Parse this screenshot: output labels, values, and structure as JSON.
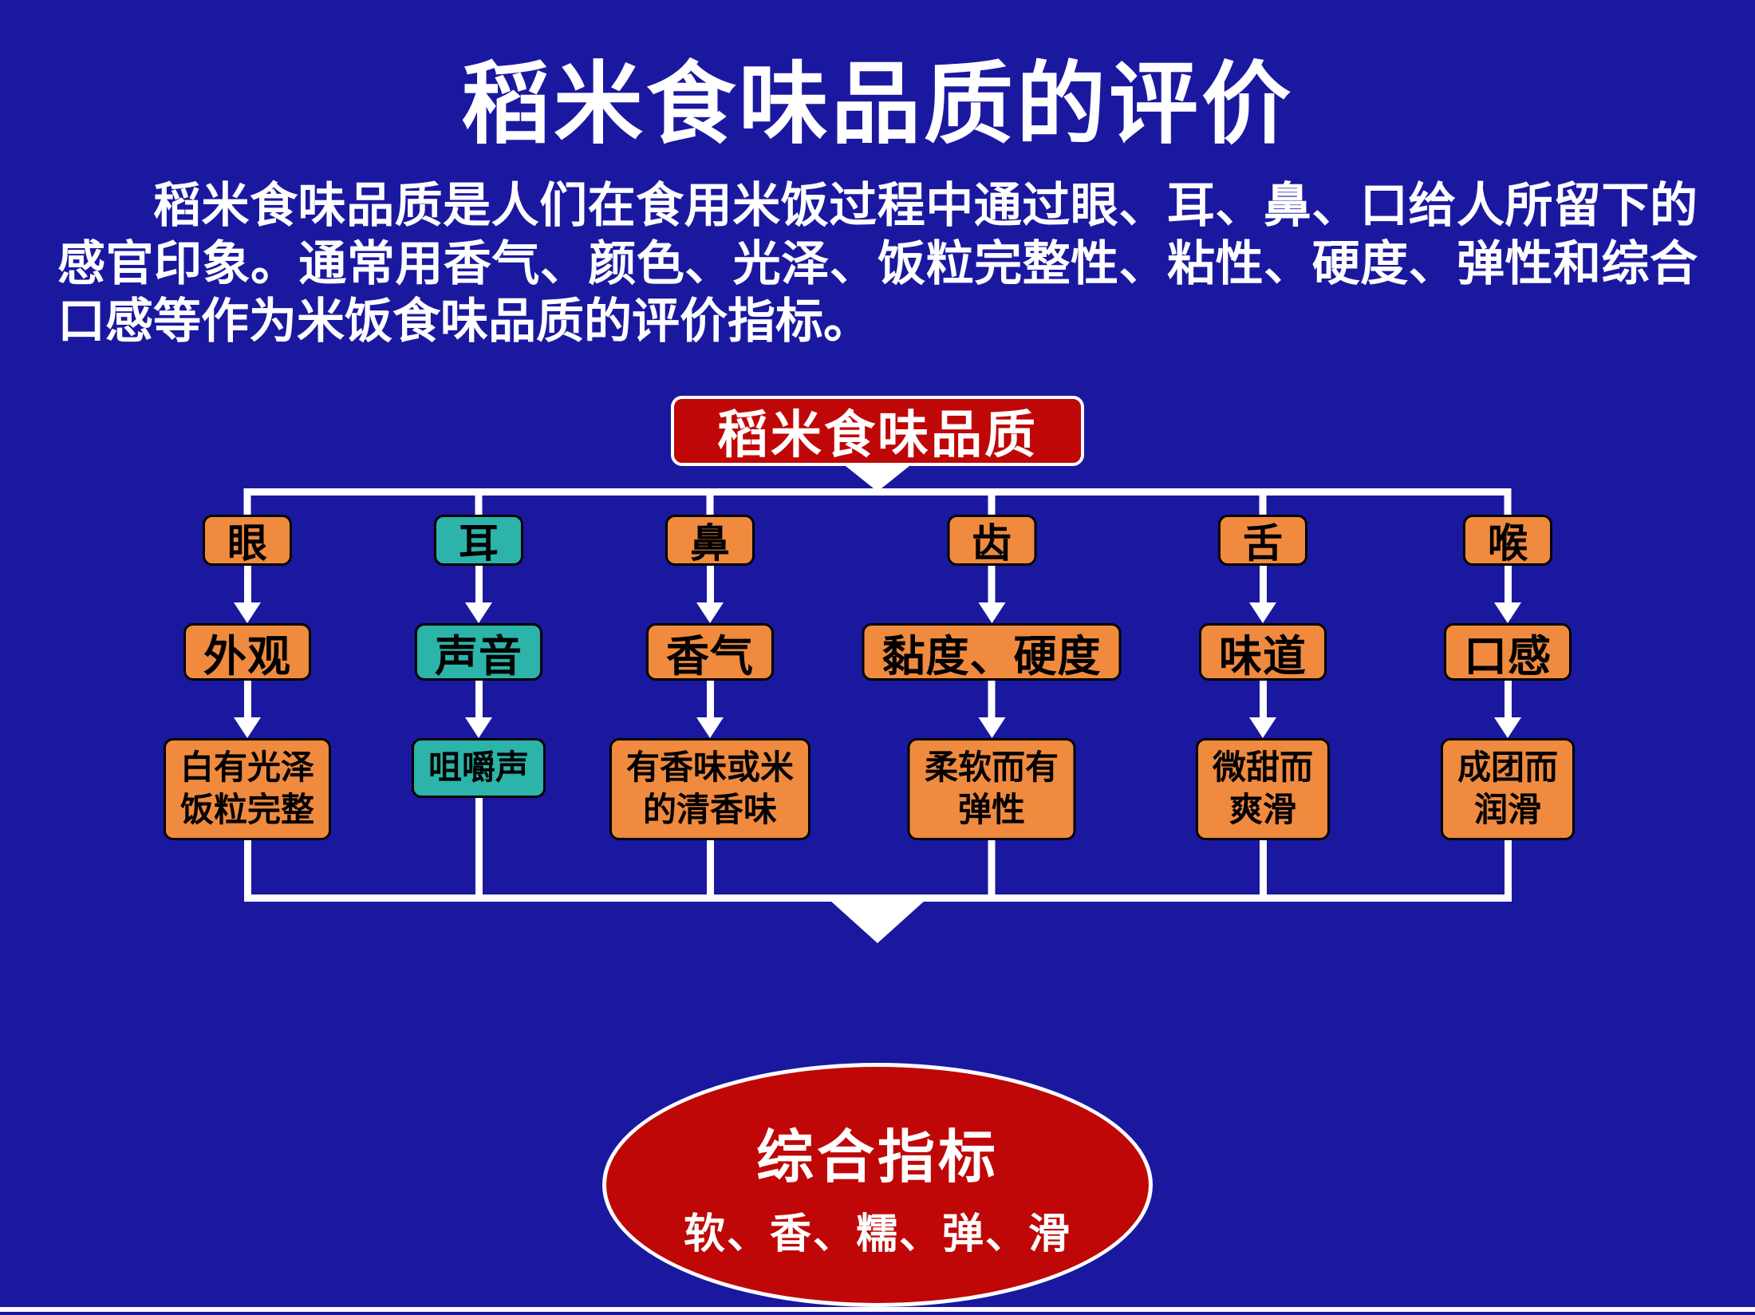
{
  "slide": {
    "title": "稻米食味品质的评价",
    "intro": "稻米食味品质是人们在食用米饭过程中通过眼、耳、鼻、口给人所留下的感官印象。通常用香气、颜色、光泽、饭粒完整性、粘性、硬度、弹性和综合口感等作为米饭食味品质的评价指标。"
  },
  "diagram": {
    "root": "稻米食味品质",
    "columns": [
      {
        "organ": "眼",
        "attribute": "外观",
        "desc": "白有光泽\n饭粒完整"
      },
      {
        "organ": "耳",
        "attribute": "声音",
        "desc": "咀嚼声"
      },
      {
        "organ": "鼻",
        "attribute": "香气",
        "desc": "有香味或米\n的清香味"
      },
      {
        "organ": "齿",
        "attribute": "黏度、硬度",
        "desc": "柔软而有\n弹性"
      },
      {
        "organ": "舌",
        "attribute": "味道",
        "desc": "微甜而\n爽滑"
      },
      {
        "organ": "喉",
        "attribute": "口感",
        "desc": "成团而\n润滑"
      }
    ],
    "summary": {
      "title": "综合指标",
      "subtitle": "软、香、糯、弹、滑"
    }
  },
  "colors": {
    "background": "#1b18a0",
    "box_orange": "#f08a3e",
    "box_teal": "#2cb3aa",
    "accent_red": "#c00707",
    "connector_white": "#ffffff",
    "box_text": "#000000",
    "text_white": "#ffffff"
  }
}
